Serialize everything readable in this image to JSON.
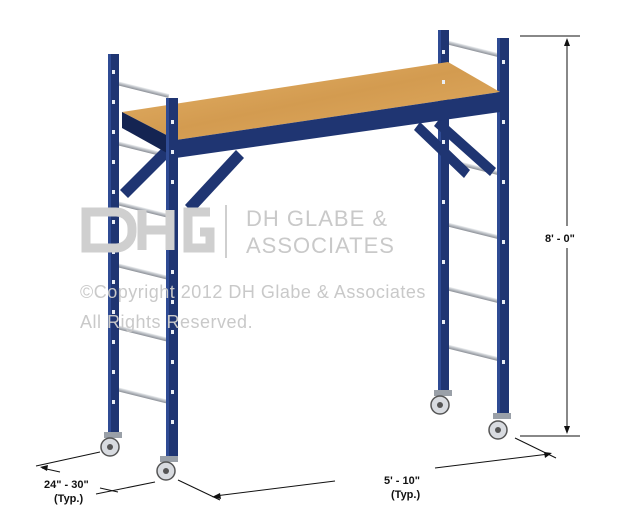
{
  "dimensions": {
    "height": "8' - 0\"",
    "length": "5' - 10\"",
    "length_note": "(Typ.)",
    "width": "24\" - 30\"",
    "width_note": "(Typ.)"
  },
  "watermark": {
    "logo_letters": "DHG",
    "name_line1": "DH GLABE &",
    "name_line2": "ASSOCIATES",
    "copyright": "©Copyright 2012 DH Glabe & Associates",
    "rights": "All Rights Reserved."
  },
  "colors": {
    "frame": "#1f3572",
    "frame_dark": "#142452",
    "plank": "#d9a55a",
    "rung": "#c8cbd0",
    "watermark": "#c9c9c9"
  }
}
